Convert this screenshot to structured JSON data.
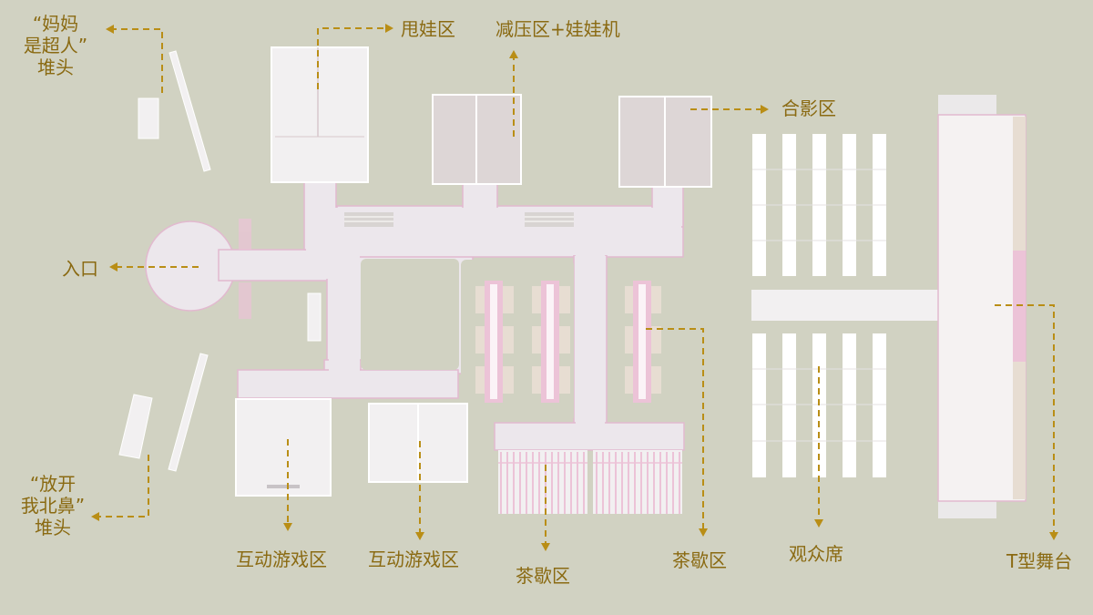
{
  "colors": {
    "background": "#d1d2c2",
    "walkway": "#ece7ec",
    "walkway_border": "#e2b9cf",
    "block_fill": "#f2f0f1",
    "block_border": "#ffffff",
    "zone_fill": "#ddd6d6",
    "pink_accent": "#ecc3d7",
    "beige_accent": "#e7ddd2",
    "seat_fill": "#ffffff",
    "stage_fill": "#f5f2f2",
    "leader_line": "#b98e16",
    "label_text": "#8a6a12"
  },
  "labels": {
    "photo_top_left": [
      "“妈妈",
      "是超人”",
      "堆头"
    ],
    "doll_throw": "甩娃区",
    "stress_relief": "减压区+娃娃机",
    "group_photo": "合影区",
    "entrance": "入口",
    "photo_bottom_left": [
      "“放开",
      "我北鼻”",
      "堆头"
    ],
    "game_zone_1": "互动游戏区",
    "game_zone_2": "互动游戏区",
    "tea_break_1": "茶歇区",
    "tea_break_2": "茶歇区",
    "audience_seats": "观众席",
    "t_stage": "T型舞台"
  }
}
